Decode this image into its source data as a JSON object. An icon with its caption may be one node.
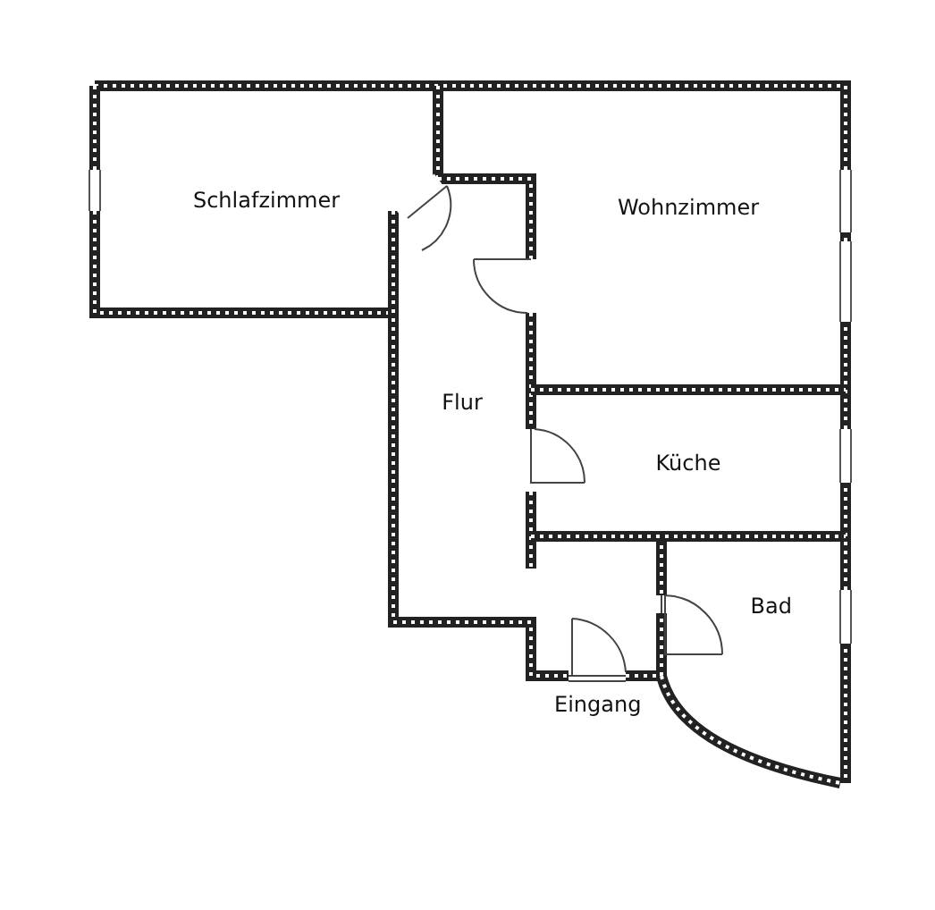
{
  "diagram": {
    "nodes": [
      {
        "text": [
          "Schlafzimmer"
        ]
      },
      {
        "text": [
          "Wohnzimmer"
        ]
      },
      {
        "text": [
          "Flur"
        ]
      },
      {
        "text": [
          "Küche"
        ]
      },
      {
        "text": [
          "Bad"
        ]
      }
    ],
    "labels": [
      "Eingang"
    ]
  }
}
